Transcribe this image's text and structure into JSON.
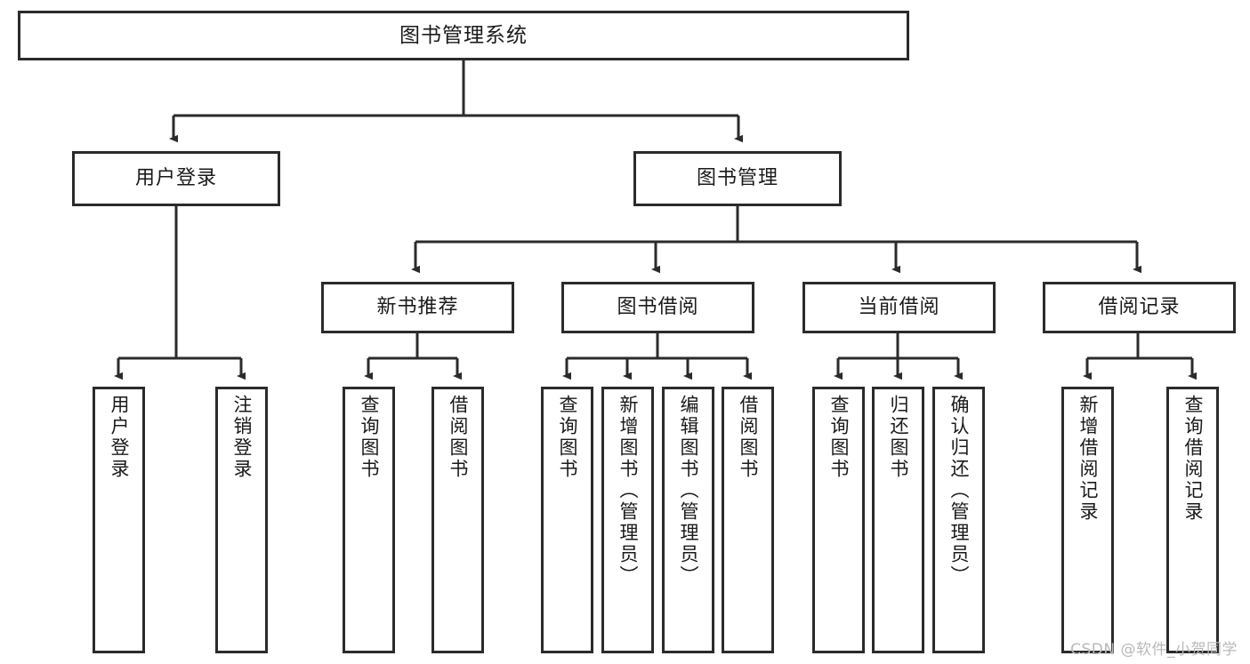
{
  "diagram": {
    "type": "tree",
    "title": "图书管理系统",
    "orientation": "top-down",
    "colors": {
      "box_border": "#2b2b2b",
      "box_fill": "#ffffff",
      "edge": "#2b2b2b",
      "text": "#1a1a1a",
      "watermark": "#b9b9b9"
    },
    "nodes": {
      "root": {
        "label": "图书管理系统"
      },
      "level2": [
        {
          "id": "user-login",
          "label": "用户登录"
        },
        {
          "id": "book-manage",
          "label": "图书管理"
        }
      ],
      "level3": [
        {
          "id": "new-book-recommend",
          "label": "新书推荐"
        },
        {
          "id": "book-borrow",
          "label": "图书借阅"
        },
        {
          "id": "current-borrow",
          "label": "当前借阅"
        },
        {
          "id": "borrow-record",
          "label": "借阅记录"
        }
      ],
      "leaves": {
        "user-login": [
          {
            "id": "leaf-user-login",
            "label": "用户登录"
          },
          {
            "id": "leaf-user-logout",
            "label": "注销登录"
          }
        ],
        "new-book-recommend": [
          {
            "id": "leaf-query-book-1",
            "label": "查询图书"
          },
          {
            "id": "leaf-borrow-book-1",
            "label": "借阅图书"
          }
        ],
        "book-borrow": [
          {
            "id": "leaf-query-book-2",
            "label": "查询图书"
          },
          {
            "id": "leaf-add-book",
            "label": "新增图书（管理员）"
          },
          {
            "id": "leaf-edit-book",
            "label": "编辑图书（管理员）"
          },
          {
            "id": "leaf-borrow-book-2",
            "label": "借阅图书"
          }
        ],
        "current-borrow": [
          {
            "id": "leaf-query-book-3",
            "label": "查询图书"
          },
          {
            "id": "leaf-return-book",
            "label": "归还图书"
          },
          {
            "id": "leaf-confirm-return",
            "label": "确认归还（管理员）"
          }
        ],
        "borrow-record": [
          {
            "id": "leaf-add-record",
            "label": "新增借阅记录"
          },
          {
            "id": "leaf-query-record",
            "label": "查询借阅记录"
          }
        ]
      }
    }
  },
  "watermark": {
    "text": "CSDN @软件_小贺同学"
  }
}
